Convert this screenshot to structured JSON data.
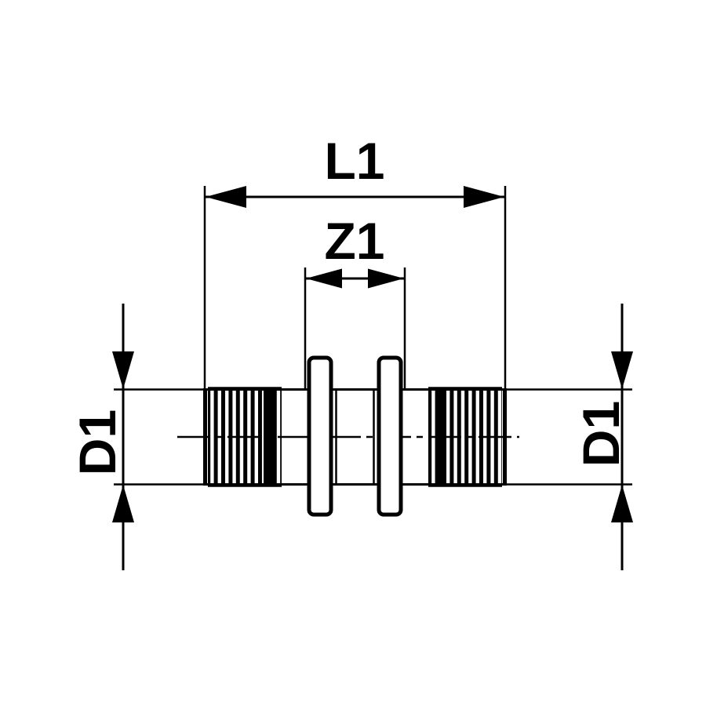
{
  "canvas": {
    "background_color": "#ffffff",
    "line_color": "#000000"
  },
  "drawing": {
    "type": "technical dimension drawing",
    "part": "coupling with two press ends"
  },
  "labels": {
    "l1": "L1",
    "z1": "Z1",
    "d1_left": "D1",
    "d1_right": "D1"
  }
}
